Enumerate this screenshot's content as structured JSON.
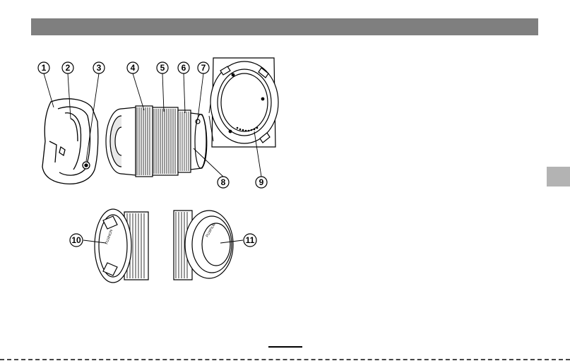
{
  "page": {
    "header_color": "#7f7f7f",
    "side_tab_color": "#b3b3b3"
  },
  "callouts": [
    {
      "id": "1",
      "label": "1"
    },
    {
      "id": "2",
      "label": "2"
    },
    {
      "id": "3",
      "label": "3"
    },
    {
      "id": "4",
      "label": "4"
    },
    {
      "id": "5",
      "label": "5"
    },
    {
      "id": "6",
      "label": "6"
    },
    {
      "id": "7",
      "label": "7"
    },
    {
      "id": "8",
      "label": "8"
    },
    {
      "id": "9",
      "label": "9"
    },
    {
      "id": "10",
      "label": "10"
    },
    {
      "id": "11",
      "label": "11"
    }
  ],
  "cap_text": {
    "front_cap": "FUJINON",
    "rear_cap": "FUJIFILM"
  }
}
